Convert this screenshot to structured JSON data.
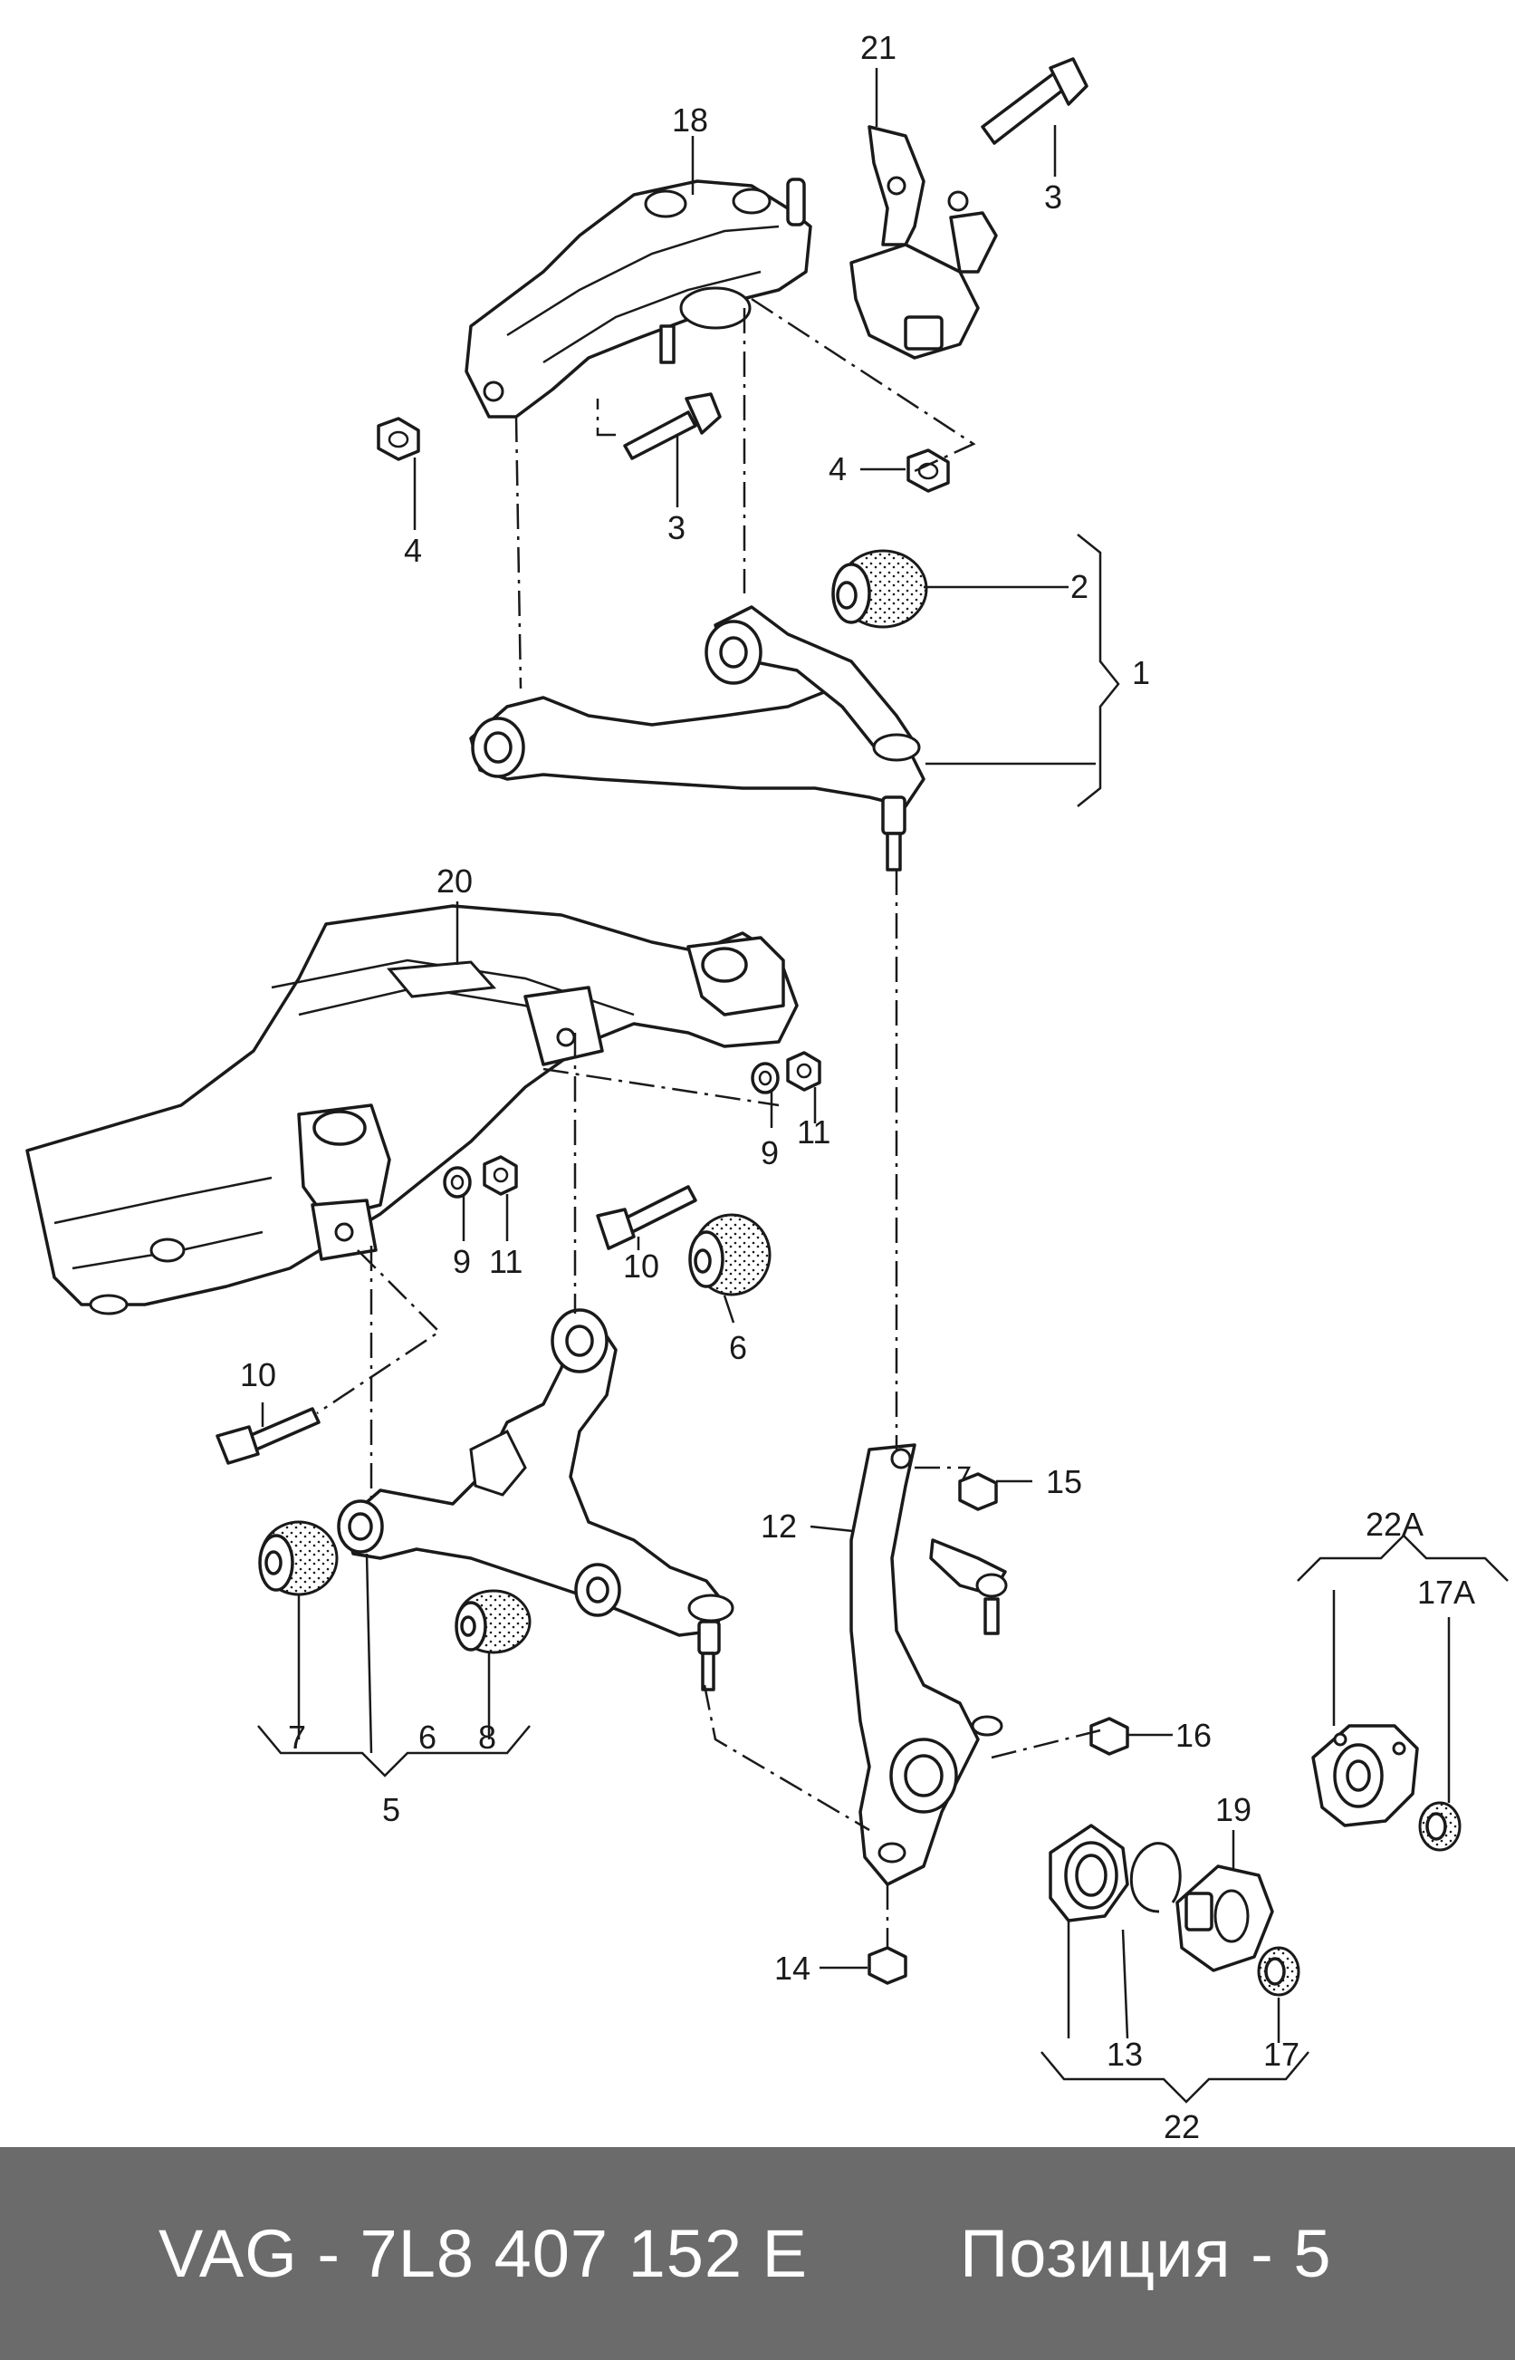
{
  "callouts": {
    "c1": "1",
    "c2": "2",
    "c3a": "3",
    "c3b": "3",
    "c4a": "4",
    "c4b": "4",
    "c5": "5",
    "c6a": "6",
    "c6b": "6",
    "c7": "7",
    "c8": "8",
    "c9a": "9",
    "c9b": "9",
    "c10a": "10",
    "c10b": "10",
    "c11a": "11",
    "c11b": "11",
    "c12": "12",
    "c13": "13",
    "c14": "14",
    "c15": "15",
    "c16": "16",
    "c17": "17",
    "c17a": "17A",
    "c18": "18",
    "c19": "19",
    "c20": "20",
    "c21": "21",
    "c22": "22",
    "c22a": "22A"
  },
  "footer": {
    "part_number": "VAG - 7L8 407 152 E",
    "position": "Позиция - 5"
  }
}
